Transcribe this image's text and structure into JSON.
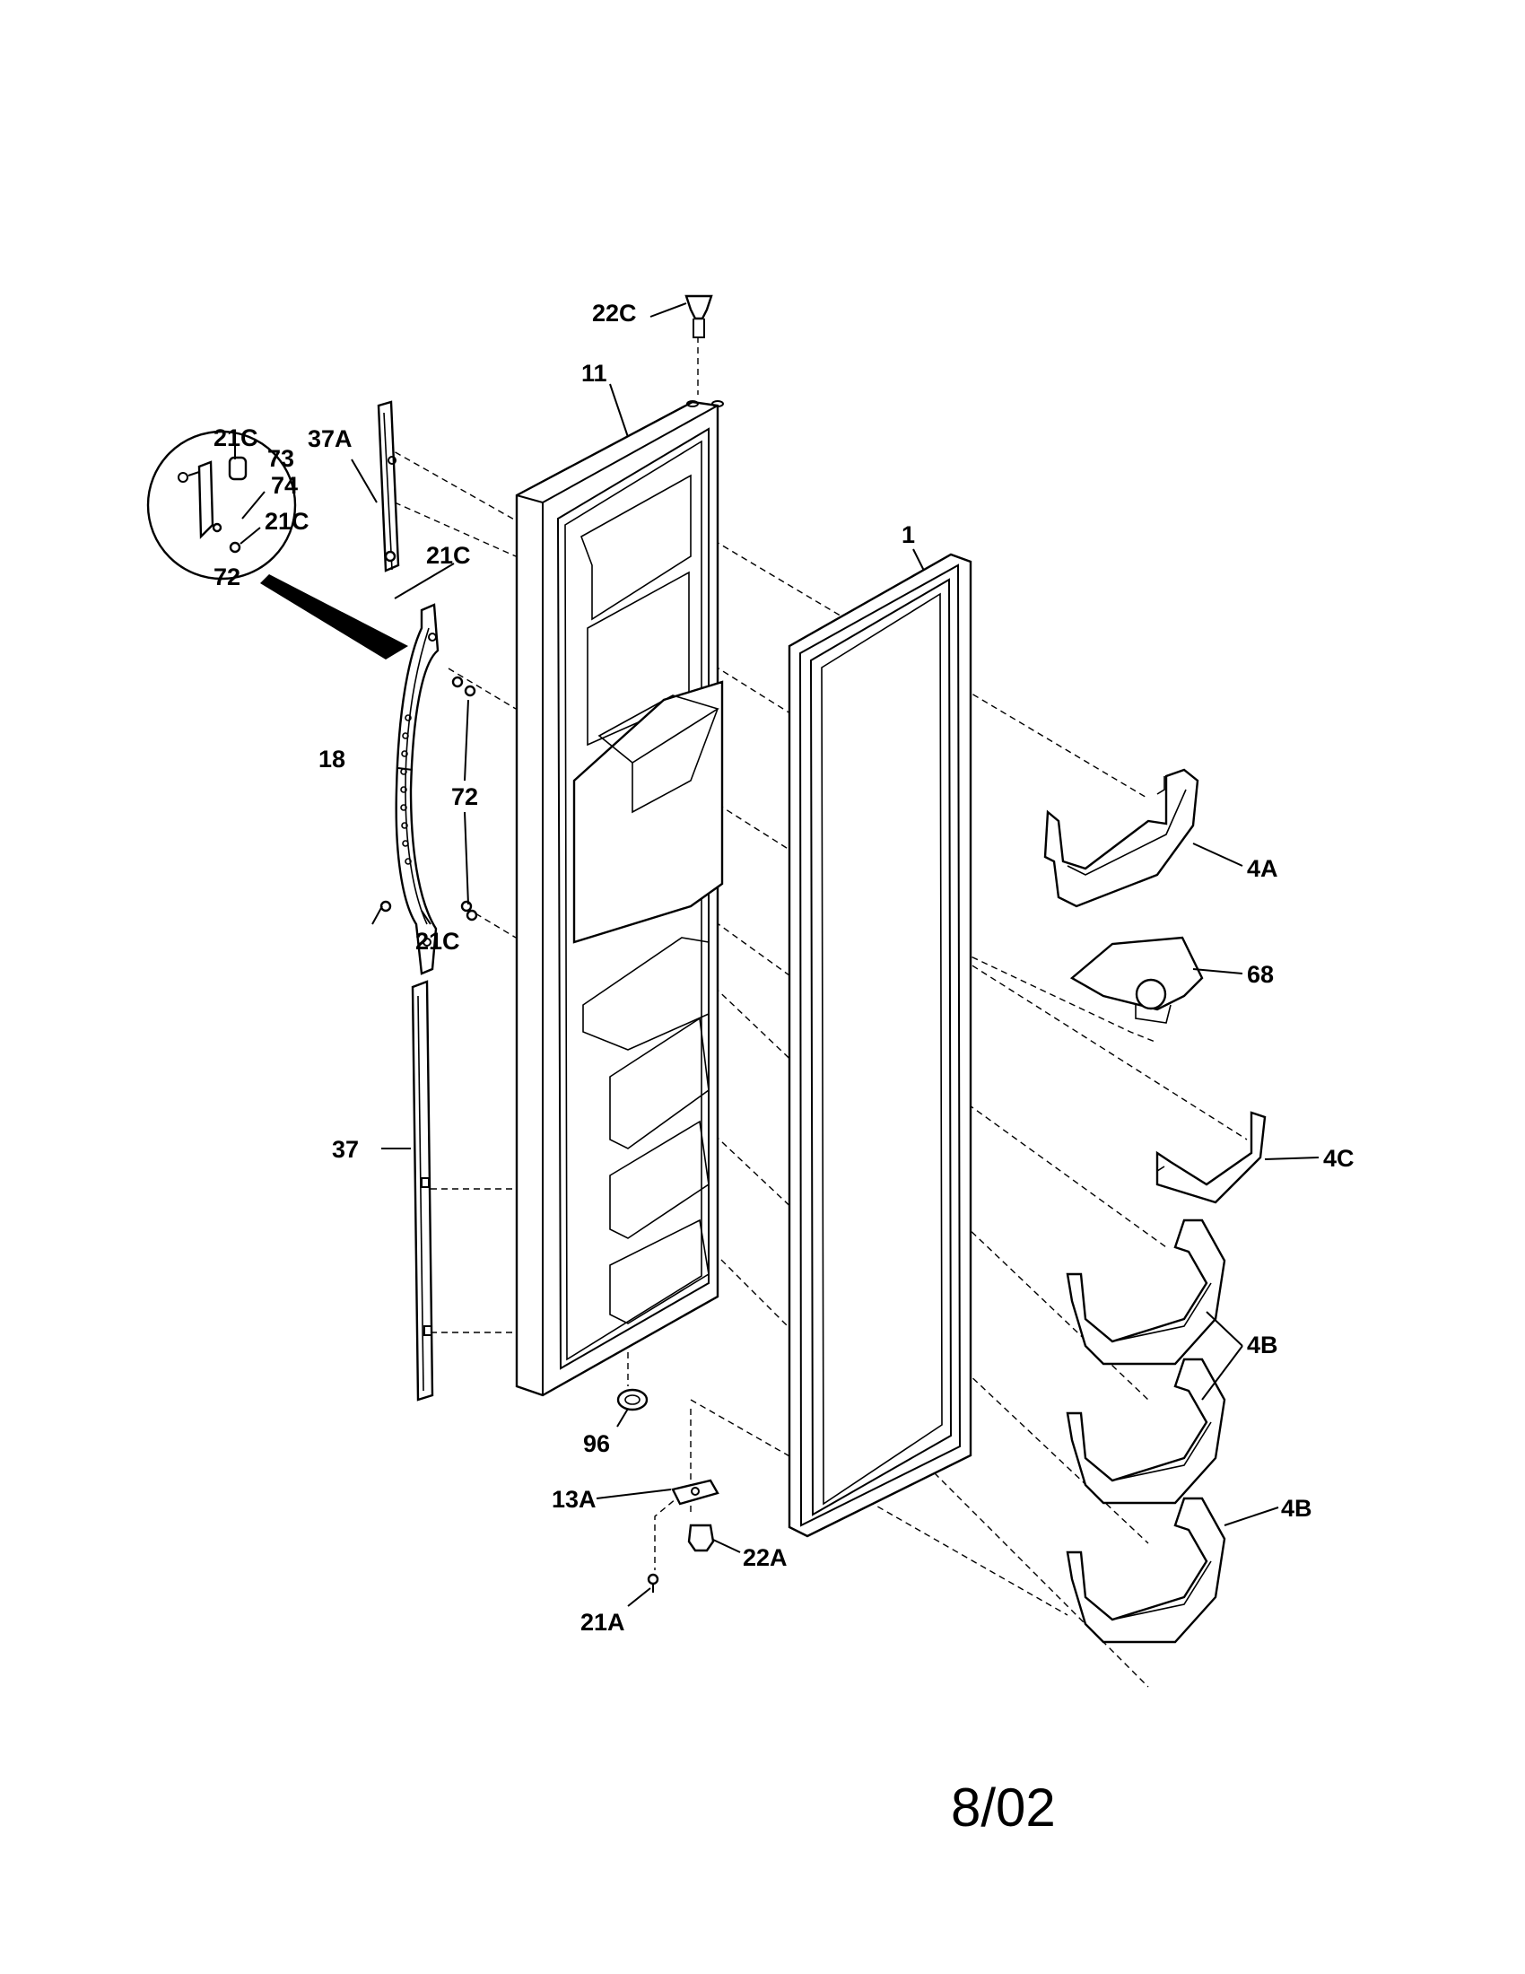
{
  "diagram": {
    "date_code": "8/02",
    "callouts": {
      "c_22C_top": "22C",
      "c_11": "11",
      "c_37A": "37A",
      "c_21C_inset_a": "21C",
      "c_73": "73",
      "c_74": "74",
      "c_21C_inset_b": "21C",
      "c_72_inset": "72",
      "c_21C_upper": "21C",
      "c_18": "18",
      "c_72": "72",
      "c_21C_lower": "21C",
      "c_1": "1",
      "c_4A": "4A",
      "c_68": "68",
      "c_4C": "4C",
      "c_37": "37",
      "c_4B_a": "4B",
      "c_4B_b": "4B",
      "c_96": "96",
      "c_13A": "13A",
      "c_22A": "22A",
      "c_21A": "21A"
    }
  }
}
